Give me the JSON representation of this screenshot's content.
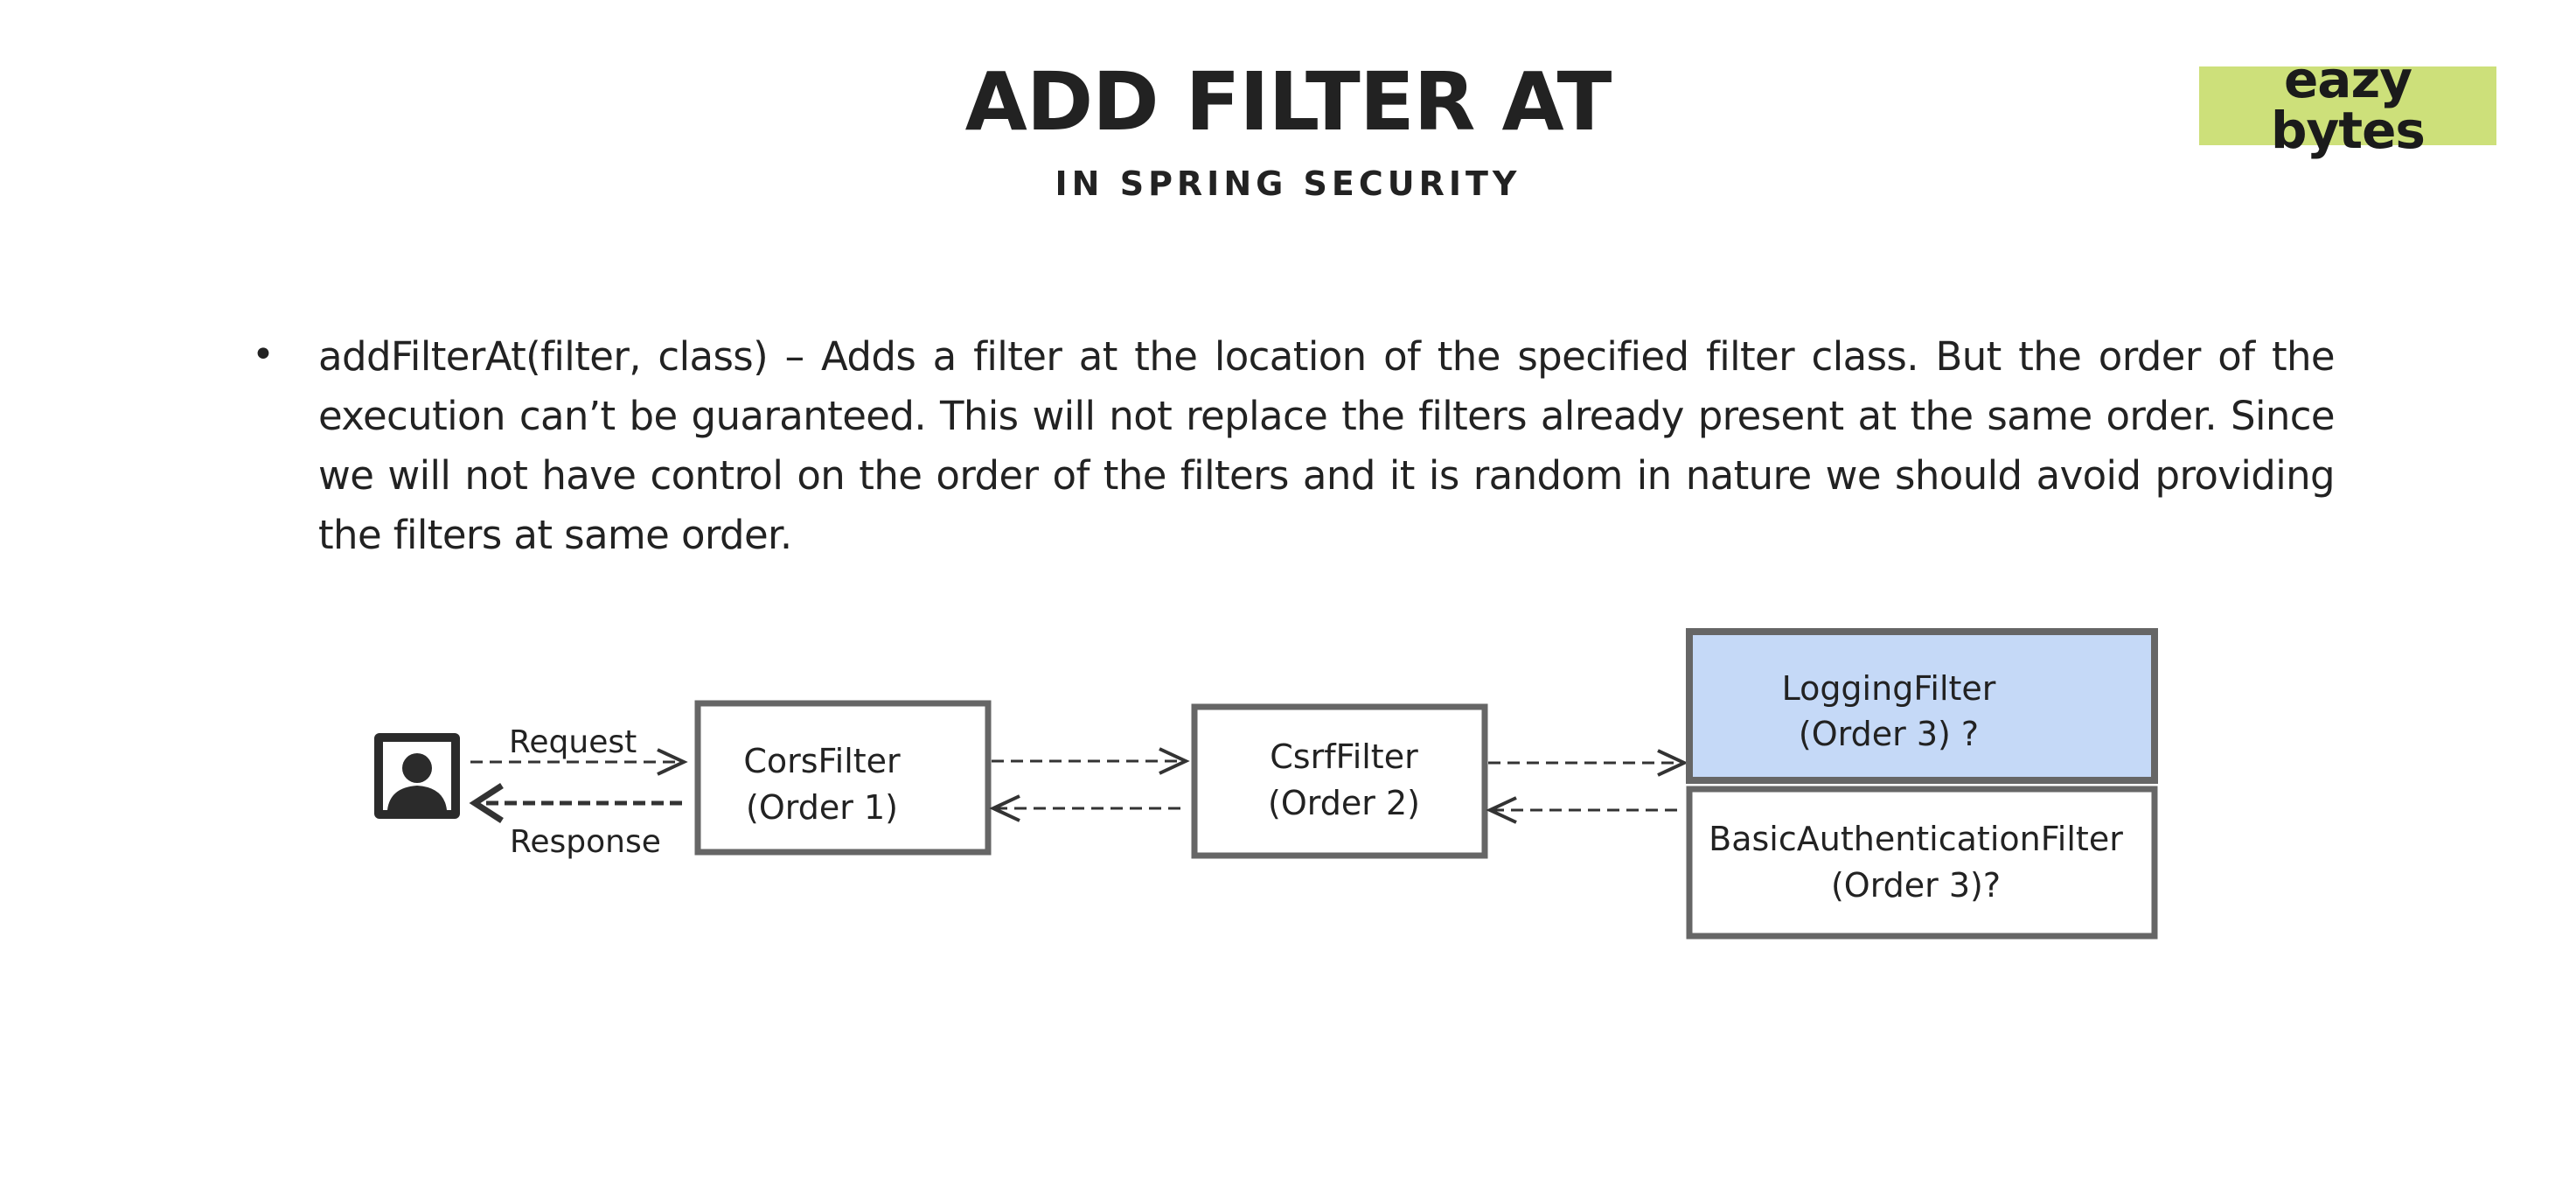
{
  "header": {
    "title": "ADD FILTER AT",
    "subtitle": "IN SPRING SECURITY"
  },
  "logo": {
    "line1": "eazy",
    "line2": "bytes",
    "background": "#cde07a"
  },
  "bullet": {
    "marker": "•",
    "text": "addFilterAt(filter, class) – Adds a filter at the location of the specified filter class. But the order of the execution can’t be guaranteed. This will not replace the filters already present at the same order. Since we will not have control on the order of the filters and it is random in nature we should avoid providing the filters at same order."
  },
  "diagram": {
    "user_icon": "user-silhouette-icon",
    "request_label": "Request",
    "response_label": "Response",
    "cors_filter": {
      "line1": "CorsFilter",
      "line2": "(Order 1)"
    },
    "csrf_filter": {
      "line1": "CsrfFilter",
      "line2": "(Order 2)"
    },
    "logging_filter": {
      "line1": "LoggingFilter",
      "line2": "(Order 3) ?",
      "fill": "#c5d9f7"
    },
    "basic_auth_filter": {
      "line1": "BasicAuthenticationFilter",
      "line2": "(Order 3)?"
    },
    "border_color": "#666666"
  }
}
